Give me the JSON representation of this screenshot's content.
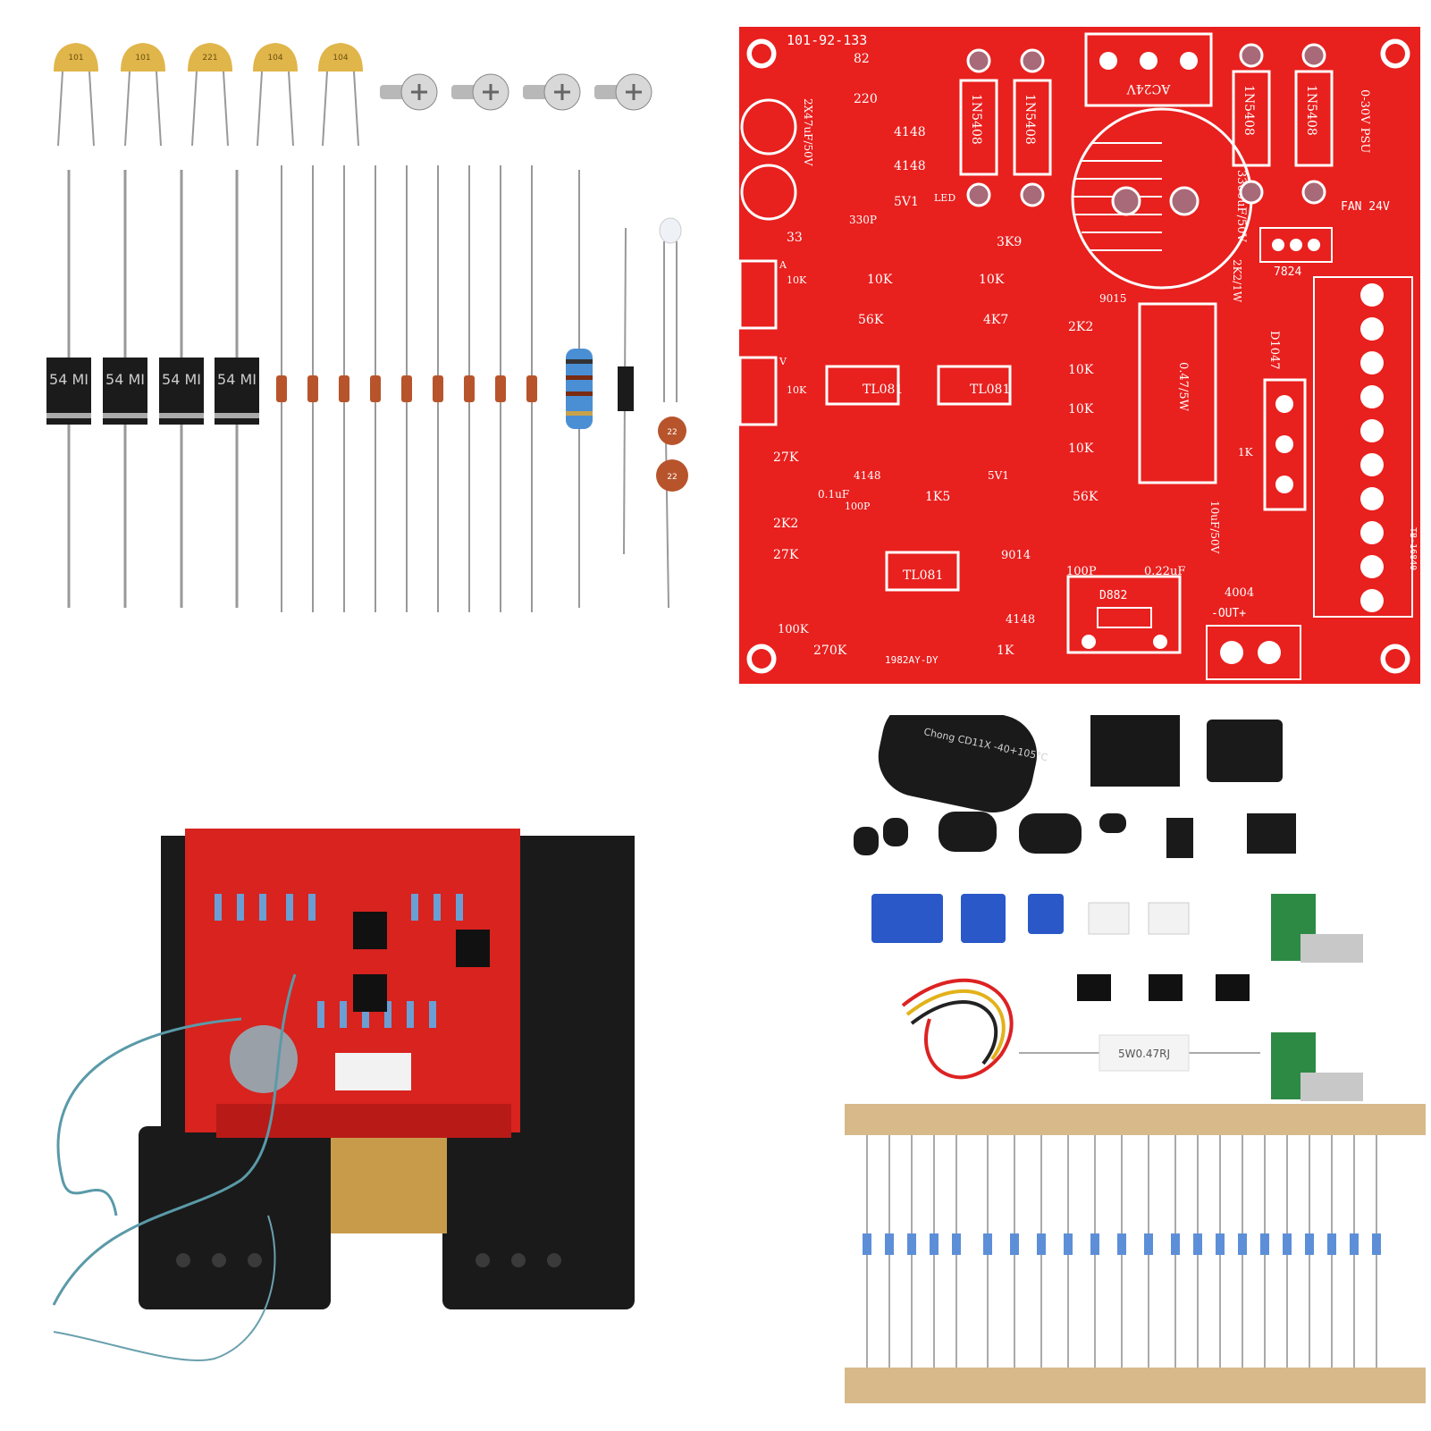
{
  "colors": {
    "pcb_red": "#e8201e",
    "silkscreen": "#ffffff",
    "background": "#ffffff",
    "frame": "#1a1a1a",
    "resistor_body": "#4a8fd4"
  },
  "pcb": {
    "board_id": "101-92-133",
    "footer": "1982AY-DY",
    "ac_input": "AC24V",
    "psu": "0-30V PSU",
    "fan": "FAN 24V",
    "regulator": "7824",
    "output": "-OUT+",
    "big_cap": "3300uF/50V",
    "small_caps": "2X47uF/50V",
    "shunt": "0.47/5W",
    "shunt2": "2K2/1W",
    "cap10": "10uF/50V",
    "side": "TB-16840",
    "power_transistor": "D1047",
    "driver": "D882",
    "diodes": [
      "1N5408",
      "1N5408",
      "1N5408",
      "1N5408"
    ],
    "labels": [
      "82",
      "220",
      "4148",
      "4148",
      "5V1",
      "330P",
      "LED",
      "33",
      "3K9",
      "10K",
      "10K",
      "9015",
      "2K2",
      "56K",
      "4K7",
      "TL081",
      "TL081",
      "TL081",
      "10K",
      "10K",
      "10K",
      "10K",
      "10K",
      "27K",
      "4148",
      "5V1",
      "1K",
      "0.1uF",
      "1K5",
      "56K",
      "2K2",
      "100P",
      "9014",
      "27K",
      "100P",
      "0.22uF",
      "4004",
      "100K",
      "4148",
      "270K",
      "1K",
      "V",
      "A"
    ]
  },
  "parts_top": {
    "ceramic_caps": [
      "101",
      "101",
      "221",
      "104",
      "104"
    ],
    "rectifier_diodes": [
      "54 MI",
      "54 MI",
      "54 MI",
      "54 MI"
    ],
    "small_ceramics": [
      "22",
      "22"
    ]
  },
  "kit": {
    "electrolytic": "Chong CD11X -40+105°C",
    "shunt_resistor": "5W0.47RJ"
  }
}
